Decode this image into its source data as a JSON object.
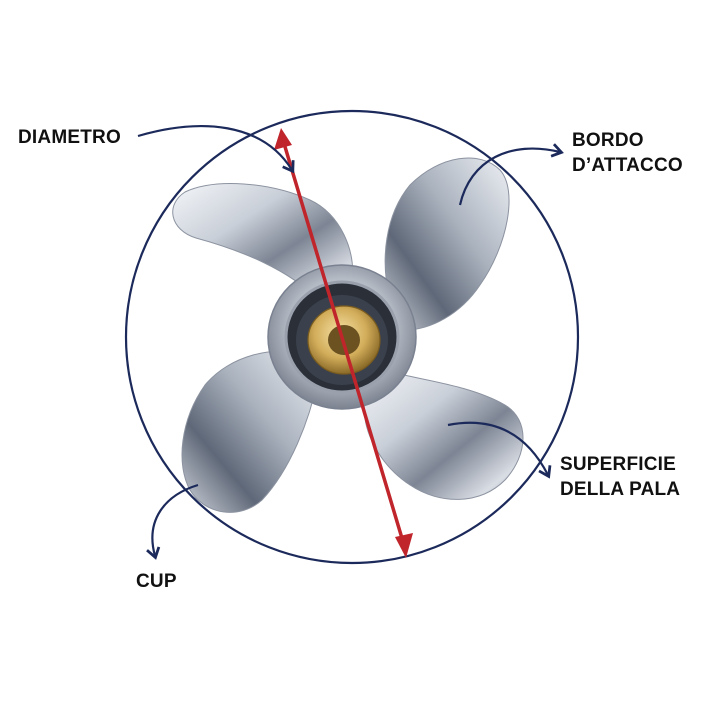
{
  "labels": {
    "diameter": "DIAMETRO",
    "leading_edge": [
      "BORDO",
      "D’ATTACCO"
    ],
    "blade_surface": [
      "SUPERFICIE",
      "DELLA PALA"
    ],
    "cup": "CUP"
  },
  "colors": {
    "circle": "#1c2a5b",
    "callout": "#1c2a5b",
    "diameter_arrow": "#c0252b",
    "text": "#111111",
    "blade_light": "#eef1f5",
    "blade_mid": "#b9c0cc",
    "blade_dark": "#5b6473",
    "hub_brass": "#d2ad5a"
  }
}
